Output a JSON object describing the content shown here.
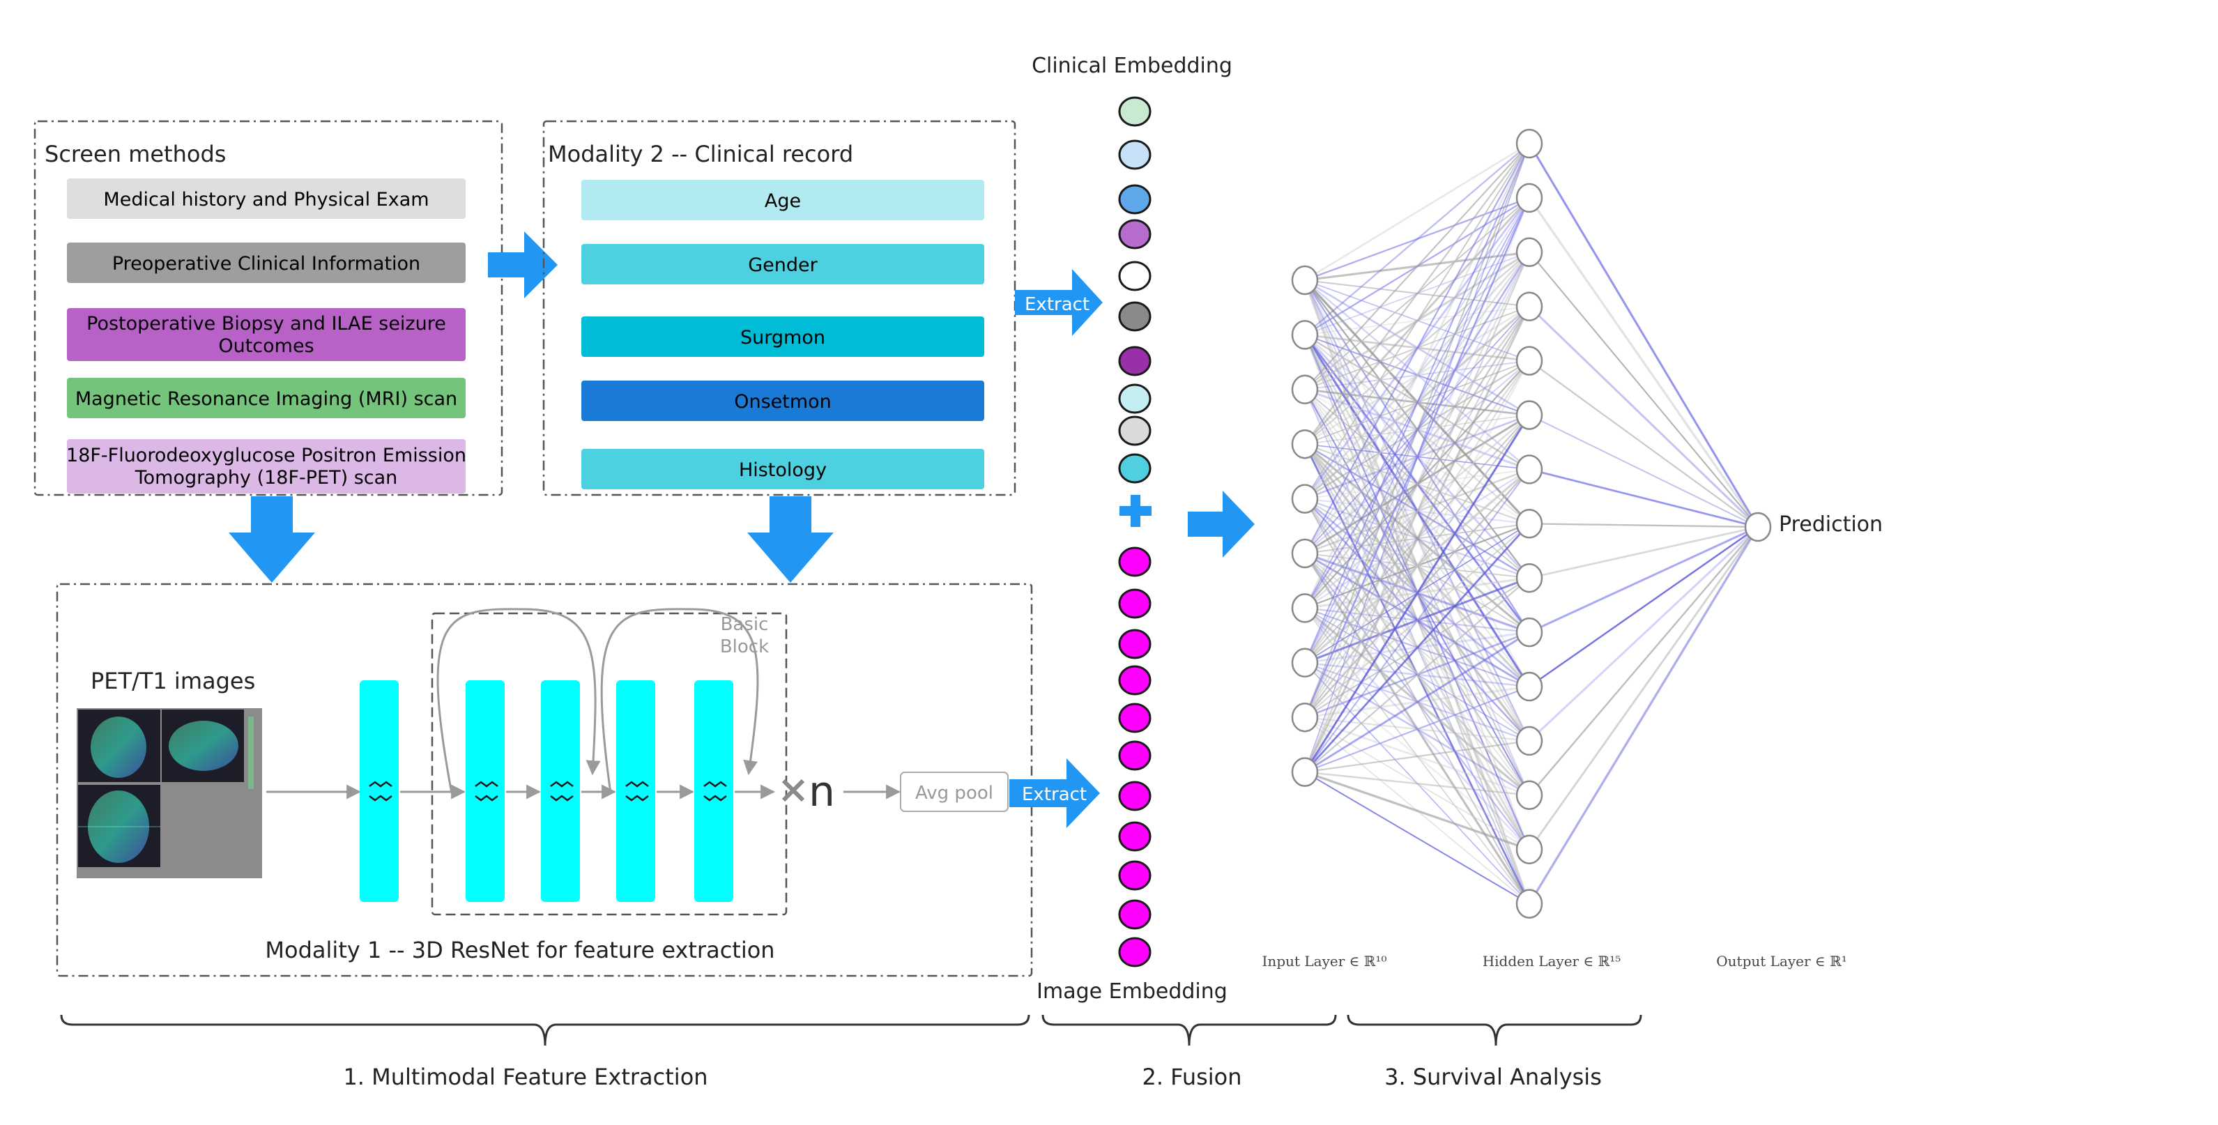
{
  "screen_methods": {
    "title": "Screen methods",
    "items": [
      {
        "label": "Medical history and Physical Exam",
        "color": "#dedede"
      },
      {
        "label": "Preoperative Clinical Information",
        "color": "#9e9e9e"
      },
      {
        "label_lines": [
          "Postoperative Biopsy and  ILAE seizure",
          "Outcomes"
        ],
        "color": "#b862c8"
      },
      {
        "label": "Magnetic Resonance Imaging (MRI) scan",
        "color": "#74c57b"
      },
      {
        "label_lines": [
          "18F-Fluorodeoxyglucose Positron Emission",
          "Tomography (18F-PET) scan"
        ],
        "color": "#dcb8e6"
      }
    ]
  },
  "modality2": {
    "title": "Modality 2 -- Clinical record",
    "items": [
      {
        "label": "Age",
        "color": "#b2eaf2"
      },
      {
        "label": "Gender",
        "color": "#4dd1e1"
      },
      {
        "label": "Surgmon",
        "color": "#00bcd6"
      },
      {
        "label": "Onsetmon",
        "color": "#1a7bd6"
      },
      {
        "label": "Histology",
        "color": "#4dd1e1"
      }
    ]
  },
  "modality1": {
    "title": "Modality 1 -- 3D ResNet for feature extraction",
    "images_label": "PET/T1 images",
    "basic_block_lines": [
      "Basic",
      "Block"
    ],
    "repeat_label": "n",
    "avg_pool_label": "Avg pool"
  },
  "extract_label": "Extract",
  "fusion": {
    "clinical_embedding_label": "Clinical Embedding",
    "image_embedding_label": "Image Embedding",
    "clinical_colors": [
      "#c9ead1",
      "#c6e1f8",
      "#5ea8ea",
      "#b56ccc",
      "#ffffff",
      "#8a8a8a",
      "#9a30a8",
      "#c4eef2",
      "#dadada",
      "#4fcfdf"
    ],
    "image_color": "#ff00ff",
    "image_node_count": 11
  },
  "network": {
    "input_layer_label": "Input Layer ∈ ℝ¹⁰",
    "hidden_layer_label": "Hidden Layer ∈ ℝ¹⁵",
    "output_layer_label": "Output Layer ∈ ℝ¹",
    "prediction_label": "Prediction",
    "input_nodes": 10,
    "hidden_nodes": 15,
    "output_nodes": 1
  },
  "stages": [
    {
      "label": "1. Multimodal Feature Extraction"
    },
    {
      "label": "2. Fusion"
    },
    {
      "label": "3. Survival Analysis"
    }
  ]
}
